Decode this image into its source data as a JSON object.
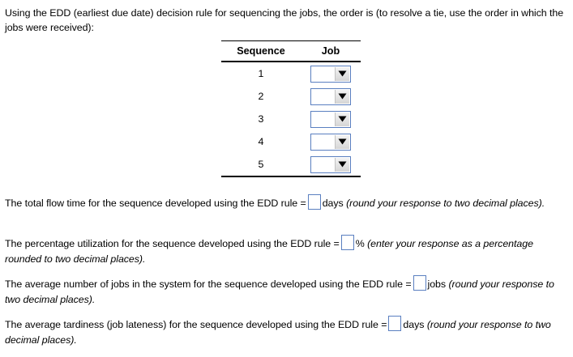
{
  "question": {
    "intro": "Using the EDD (earliest due date) decision rule for sequencing the jobs, the order is (to resolve a tie, use the order in which the jobs were received):"
  },
  "sequence_table": {
    "headers": {
      "sequence": "Sequence",
      "job": "Job"
    },
    "rows": [
      {
        "sequence": "1",
        "job_value": ""
      },
      {
        "sequence": "2",
        "job_value": ""
      },
      {
        "sequence": "3",
        "job_value": ""
      },
      {
        "sequence": "4",
        "job_value": ""
      },
      {
        "sequence": "5",
        "job_value": ""
      }
    ]
  },
  "statements": [
    {
      "lead": "The total flow time for the sequence developed using the EDD rule =",
      "value": "",
      "unit": "days",
      "note": "(round your response to two decimal places)."
    },
    {
      "lead": "The percentage utilization for the sequence developed using the EDD rule =",
      "value": "",
      "unit": "%",
      "note": "(enter your response as a percentage rounded to two decimal places)."
    },
    {
      "lead": "The average number of jobs in the system for the sequence developed using the EDD rule =",
      "value": "",
      "unit": "jobs",
      "note": "(round your response to two decimal places)."
    },
    {
      "lead": "The average tardiness (job lateness) for the sequence developed using the EDD rule =",
      "value": "",
      "unit": "days",
      "note": "(round your response to two decimal places)."
    }
  ],
  "colors": {
    "input_border": "#5a7fc0",
    "rule": "#000000",
    "page_background": "#ffffff"
  },
  "icons": {
    "dropdown_arrow": "chevron-down-icon"
  }
}
